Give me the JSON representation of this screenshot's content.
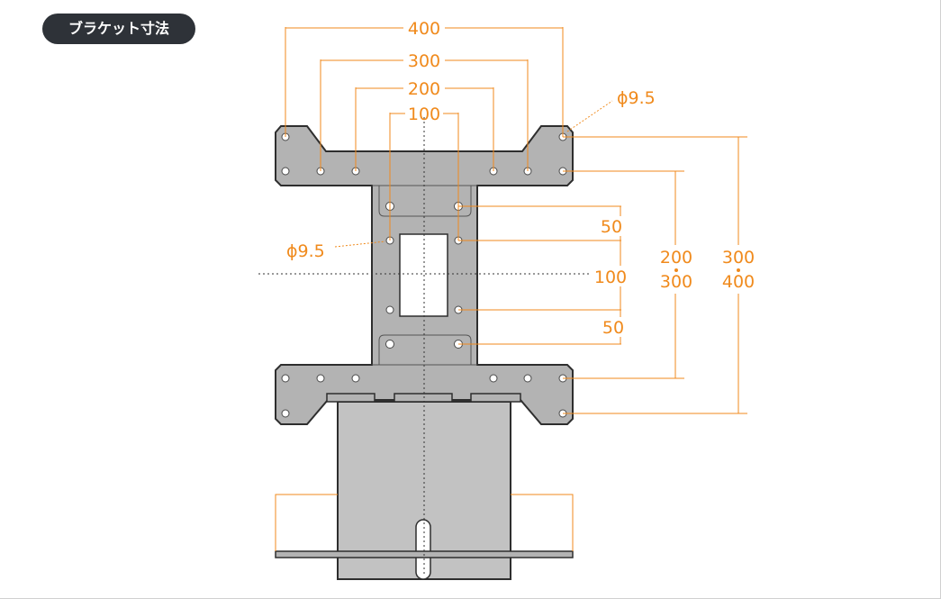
{
  "title": "ブラケット寸法",
  "colors": {
    "accent": "#f08a1c",
    "plate": "#b3b3b3",
    "outline": "#2e2e2e",
    "badge": "#2e3238"
  },
  "dimensions": {
    "width_400": "400",
    "width_300": "300",
    "width_200": "200",
    "width_100": "100",
    "hole_top": "ϕ9.5",
    "hole_left": "ϕ9.5",
    "v_50_top": "50",
    "v_100": "100",
    "v_50_bottom": "50",
    "v_200": "200",
    "v_300a": "300",
    "v_300b": "300",
    "v_400": "400"
  }
}
